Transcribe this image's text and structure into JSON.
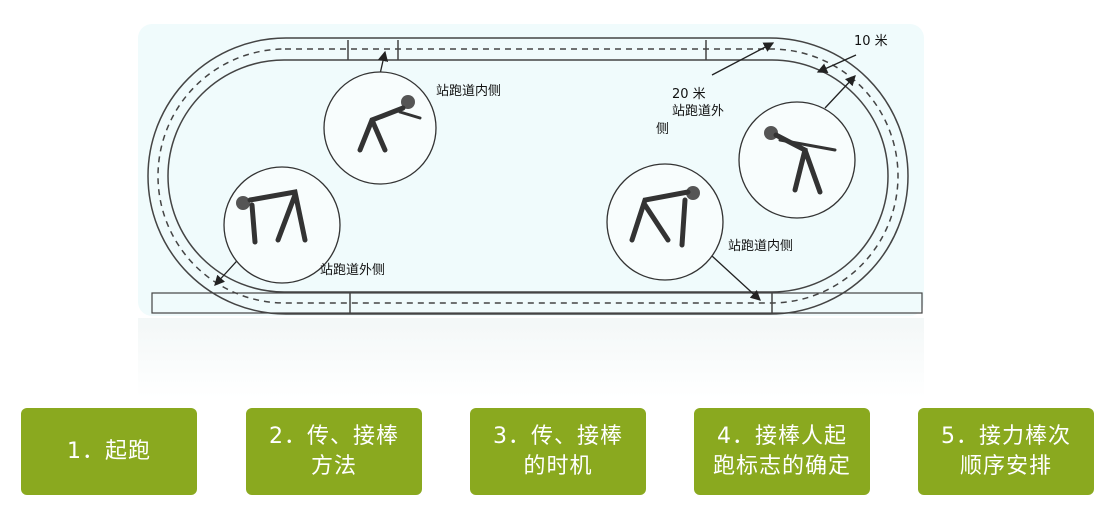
{
  "diagram": {
    "labels": {
      "inner_left": "站跑道内侧",
      "outer_left": "站跑道外侧",
      "inner_right": "站跑道内侧",
      "dist_20": "20 米",
      "outer_right_line1": "站跑道外",
      "outer_right_line2": "侧",
      "dist_10": "10 米"
    }
  },
  "steps": [
    {
      "line1": "1．起跑",
      "line2": ""
    },
    {
      "line1": "2．传、接棒",
      "line2": "方法"
    },
    {
      "line1": "3．传、接棒",
      "line2": "的时机"
    },
    {
      "line1": "4．接棒人起",
      "line2": "跑标志的确定"
    },
    {
      "line1": "5．接力棒次",
      "line2": "顺序安排"
    }
  ],
  "colors": {
    "step_bg": "#8aa91f",
    "panel_bg": "#f0fbfc"
  }
}
